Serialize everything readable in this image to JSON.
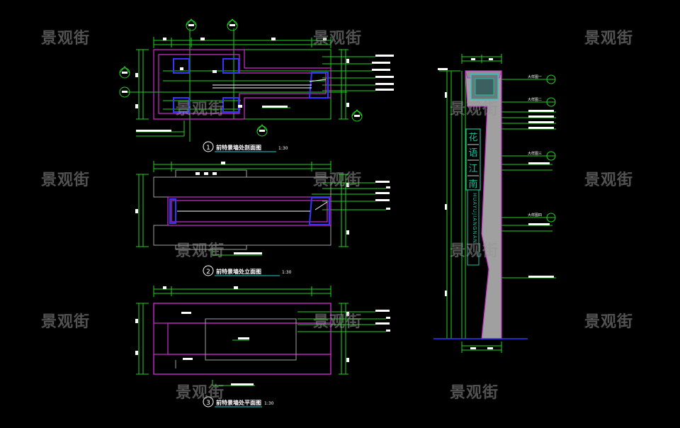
{
  "watermark": "景观街",
  "colors": {
    "background": "#000000",
    "green": "#1fd31f",
    "magenta": "#d02bd0",
    "blue": "#3535ff",
    "cyan": "#1ad0d0",
    "white": "#ffffff",
    "grey": "#a0a0a0",
    "teal": "#18c0a0"
  },
  "drawings": [
    {
      "number": "1",
      "title": "前特景墙处剖面图",
      "scale": "1:30"
    },
    {
      "number": "2",
      "title": "前特景墙处立面图",
      "scale": "1:30"
    },
    {
      "number": "3",
      "title": "前特景墙处平面图",
      "scale": "1:30"
    }
  ],
  "sign": {
    "chinese_text": [
      "花",
      "语",
      "江",
      "南"
    ],
    "pinyin_text": "HUAYUJIANGNAN",
    "callouts": [
      "大样图一",
      "大样图二",
      "大样图三",
      "大样图四"
    ]
  }
}
